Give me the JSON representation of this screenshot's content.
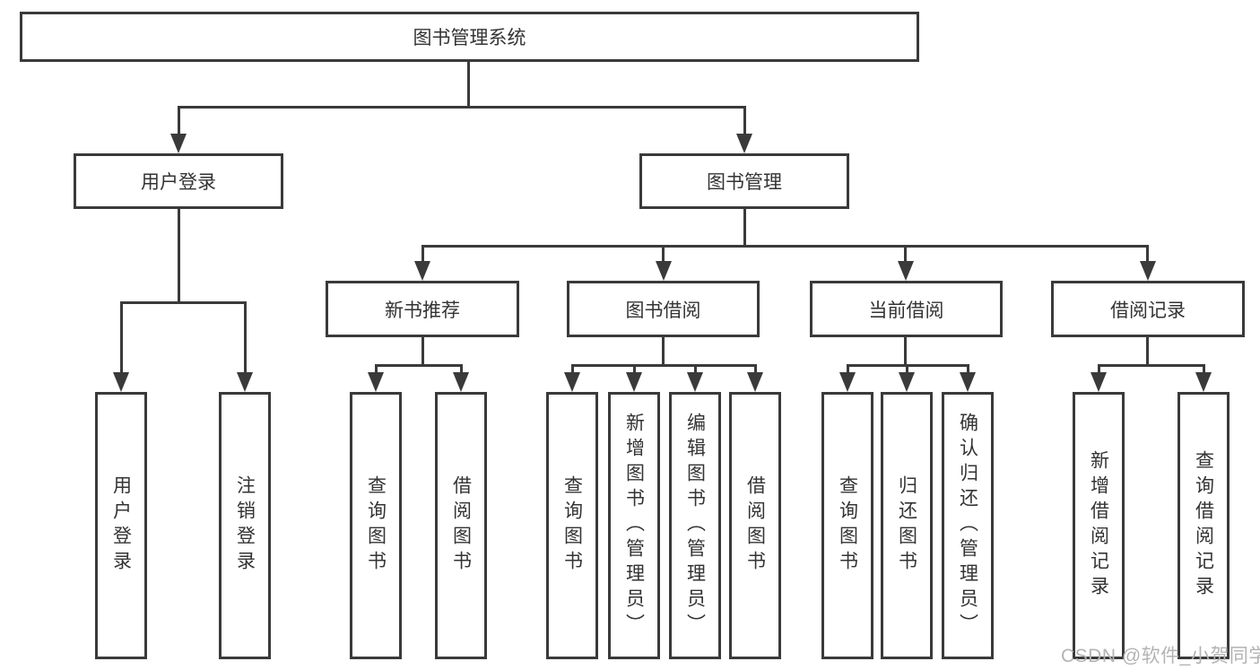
{
  "nodes": {
    "root": "图书管理系统",
    "user_login": "用户登录",
    "book_management": "图书管理",
    "new_book_recommend": "新书推荐",
    "book_borrow": "图书借阅",
    "current_borrow": "当前借阅",
    "borrow_records": "借阅记录",
    "leaf_user_login": "用户登录",
    "leaf_logout": "注销登录",
    "leaf_query_book_1": "查询图书",
    "leaf_borrow_book_1": "借阅图书",
    "leaf_query_book_2": "查询图书",
    "leaf_add_book_admin": "新增图书（管理员）",
    "leaf_edit_book_admin": "编辑图书（管理员）",
    "leaf_borrow_book_2": "借阅图书",
    "leaf_query_book_3": "查询图书",
    "leaf_return_book": "归还图书",
    "leaf_confirm_return_admin": "确认归还（管理员）",
    "leaf_add_borrow_record": "新增借阅记录",
    "leaf_query_borrow_record": "查询借阅记录"
  },
  "watermark": {
    "text": "CSDN @软件_小贺同学"
  },
  "colors": {
    "line": "#3a3a3a",
    "text": "#333333",
    "boxbg": "#ffffff",
    "canvasbg": "#ffffff",
    "wm": "#b3b3b3"
  }
}
